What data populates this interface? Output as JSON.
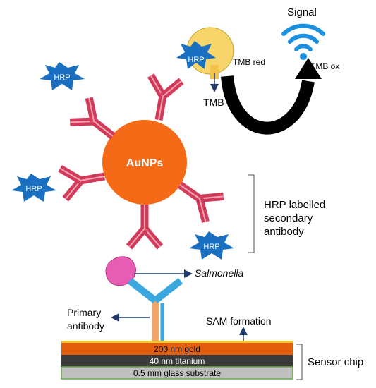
{
  "labels": {
    "signal": "Signal",
    "tmb_red": "TMB red",
    "tmb_ox": "TMB ox",
    "tmb": "TMB",
    "hrp": "HRP",
    "aunps": "AuNPs",
    "secondary_line1": "HRP labelled",
    "secondary_line2": "secondary",
    "secondary_line3": "antibody",
    "salmonella": "Salmonella",
    "primary_line1": "Primary",
    "primary_line2": "antibody",
    "sam": "SAM formation",
    "gold": "200 nm gold",
    "titanium": "40 nm titanium",
    "glass": "0.5 mm glass substrate",
    "sensor_chip": "Sensor chip"
  },
  "colors": {
    "gold_layer": "#e25d0c",
    "titanium_layer": "#3a3a3a",
    "glass_layer": "#bfbfbf",
    "aunp": "#f56a16",
    "hrp_star": "#1a6fc0",
    "antibody": "#d23a5a",
    "primary_antibody_arm": "#3aa7de",
    "primary_antibody_stem": "#f2a46a",
    "salmonella": "#e85db4",
    "tmb_circle": "#f7d56a",
    "signal_icon": "#1b8fe0",
    "arrow": "#000000",
    "dark_arrow": "#1f3a6b"
  }
}
